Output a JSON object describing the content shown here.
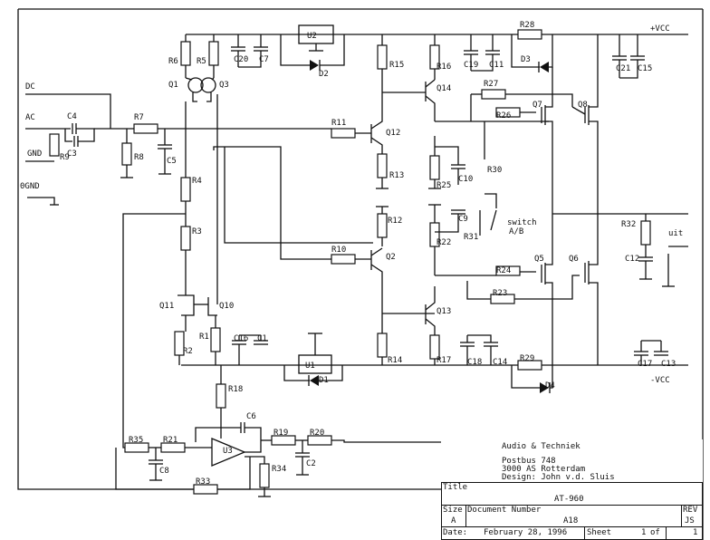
{
  "labels": {
    "vcc_pos": "+VCC",
    "vcc_neg": "-VCC",
    "dc": "DC",
    "ac": "AC",
    "gnd": "GND",
    "ogng": "0GND",
    "out": "uit",
    "switch_l1": "switch",
    "switch_l2": "A/B"
  },
  "components": {
    "U2": "U2",
    "U1": "U1",
    "U3": "U3",
    "D1": "D1",
    "D2": "D2",
    "D3": "D3",
    "D4": "D4",
    "Q1": "Q1",
    "Q2": "Q2",
    "Q3": "Q3",
    "Q5": "Q5",
    "Q6": "Q6",
    "Q7": "Q7",
    "Q8": "Q8",
    "Q10": "Q10",
    "Q11": "Q11",
    "Q12": "Q12",
    "Q13": "Q13",
    "Q14": "Q14",
    "R1": "R1",
    "R2": "R2",
    "R3": "R3",
    "R4": "R4",
    "R5": "R5",
    "R6": "R6",
    "R7": "R7",
    "R8": "R8",
    "R9": "R9",
    "R10": "R10",
    "R11": "R11",
    "R12": "R12",
    "R13": "R13",
    "R14": "R14",
    "R15": "R15",
    "R16": "R16",
    "R17": "R17",
    "R18": "R18",
    "R19": "R19",
    "R20": "R20",
    "R21": "R21",
    "R22": "R22",
    "R23": "R23",
    "R24": "R24",
    "R25": "R25",
    "R26": "R26",
    "R27": "R27",
    "R28": "R28",
    "R29": "R29",
    "R30": "R30",
    "R31": "R31",
    "R32": "R32",
    "R33": "R33",
    "R34": "R34",
    "R35": "R35",
    "C1": "C1",
    "C2": "C2",
    "C3": "C3",
    "C4": "C4",
    "C5": "C5",
    "C6": "C6",
    "C7": "C7",
    "C8": "C8",
    "C9": "C9",
    "C10": "C10",
    "C11": "C11",
    "C12": "C12",
    "C13": "C13",
    "C14": "C14",
    "C15": "C15",
    "C16": "C16",
    "C17": "C17",
    "C18": "C18",
    "C19": "C19",
    "C20": "C20",
    "C21": "C21"
  },
  "titleblock": {
    "company": "Audio & Techniek",
    "address1": "Postbus 748",
    "address2": "3000 AS Rotterdam",
    "designer": "Design: John v.d. Sluis",
    "title_label": "Title",
    "title": "AT-960",
    "size_label": "Size",
    "size": "A",
    "docnum_label": "Document Number",
    "docnum": "A18",
    "rev_label": "REV",
    "rev": "JS",
    "date_label": "Date:",
    "date": "February 28, 1996",
    "sheet_label": "Sheet",
    "sheet": "1",
    "of_label": "of",
    "of": "1"
  }
}
